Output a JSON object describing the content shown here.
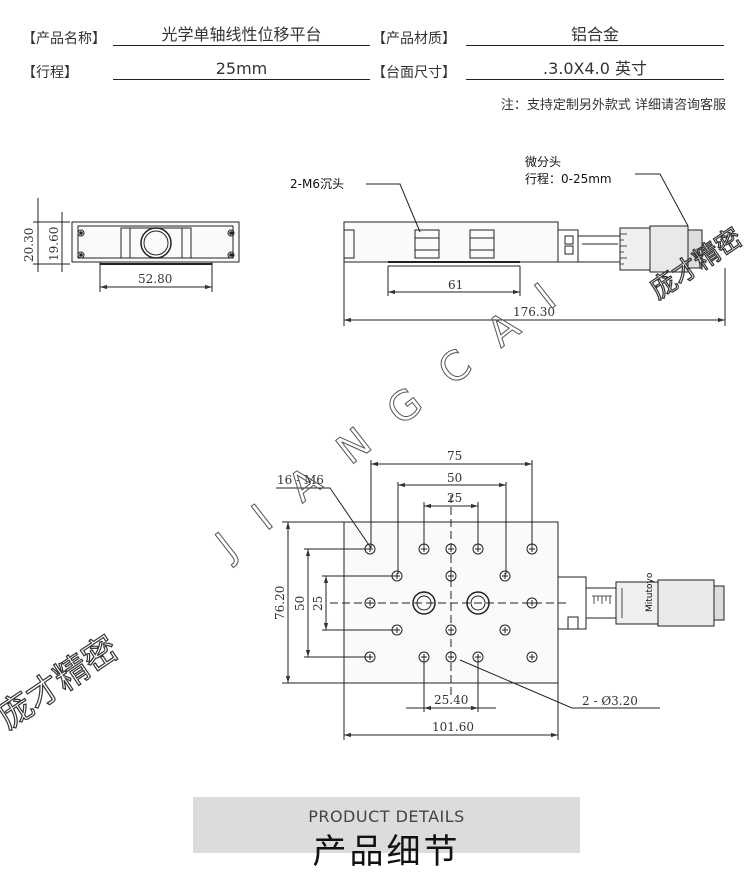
{
  "specs": {
    "name_label": "【产品名称】",
    "name_value": "光学单轴线性位移平台",
    "material_label": "【产品材质】",
    "material_value": "铝合金",
    "travel_label": "【行程】",
    "travel_value": "25mm",
    "table_label": "【台面尺寸】",
    "table_value": ".3.0X4.0 英寸"
  },
  "note": "注：支持定制另外款式 详细请咨询客服",
  "side_view": {
    "dim_height_total": "20.30",
    "dim_height_body": "19.60",
    "dim_width": "52.80"
  },
  "front_view": {
    "label_countersink": "2-M6沉头",
    "label_micrometer_line1": "微分头",
    "label_micrometer_line2": "行程：0-25mm",
    "dim_61": "61",
    "dim_length": "176.30"
  },
  "top_view": {
    "dim_75": "75",
    "dim_50": "50",
    "dim_25": "25",
    "label_threads": "16 - M6",
    "dim_height_7620": "76.20",
    "dim_height_50": "50",
    "dim_height_25": "25",
    "dim_2540": "25.40",
    "dim_10160": "101.60",
    "label_holes": "2 - Ø3.20"
  },
  "micrometer_brand": "Mitutoyo",
  "watermarks": {
    "brand": "庞才精密",
    "letters": "JIANGCAI"
  },
  "banner": {
    "en": "PRODUCT DETAILS",
    "cn": "产品细节"
  }
}
